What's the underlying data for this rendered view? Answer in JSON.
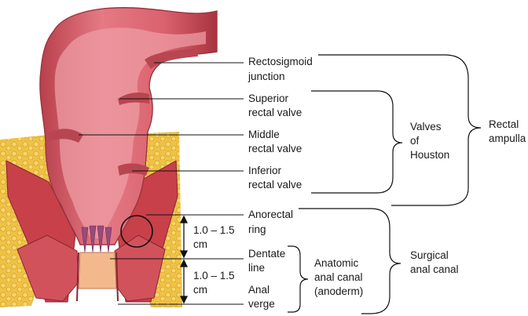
{
  "labels": {
    "rectosigmoid_1": "Rectosigmoid",
    "rectosigmoid_2": "junction",
    "superior_1": "Superior",
    "superior_2": "rectal valve",
    "middle_1": "Middle",
    "middle_2": "rectal valve",
    "inferior_1": "Inferior",
    "inferior_2": "rectal valve",
    "anorectal_1": "Anorectal",
    "anorectal_2": "ring",
    "dentate_1": "Dentate",
    "dentate_2": "line",
    "anal_verge_1": "Anal",
    "anal_verge_2": "verge",
    "valves_1": "Valves",
    "valves_2": "of",
    "valves_3": "Houston",
    "rectal_ampulla_1": "Rectal",
    "rectal_ampulla_2": "ampulla",
    "anatomic_1": "Anatomic",
    "anatomic_2": "anal canal",
    "anatomic_3": "(anoderm)",
    "surgical_1": "Surgical",
    "surgical_2": "anal canal",
    "measure_upper_1": "1.0 – 1.5",
    "measure_upper_2": "cm",
    "measure_lower_1": "1.0 – 1.5",
    "measure_lower_2": "cm"
  },
  "colors": {
    "bowel": "#d9626e",
    "bowel_light": "#ec9aa2",
    "bowel_dark": "#a8343f",
    "fat": "#f0c244",
    "fat_dark": "#c9962a",
    "muscle": "#c8404a",
    "anoderm": "#f3b98c",
    "lines": "#111111"
  }
}
